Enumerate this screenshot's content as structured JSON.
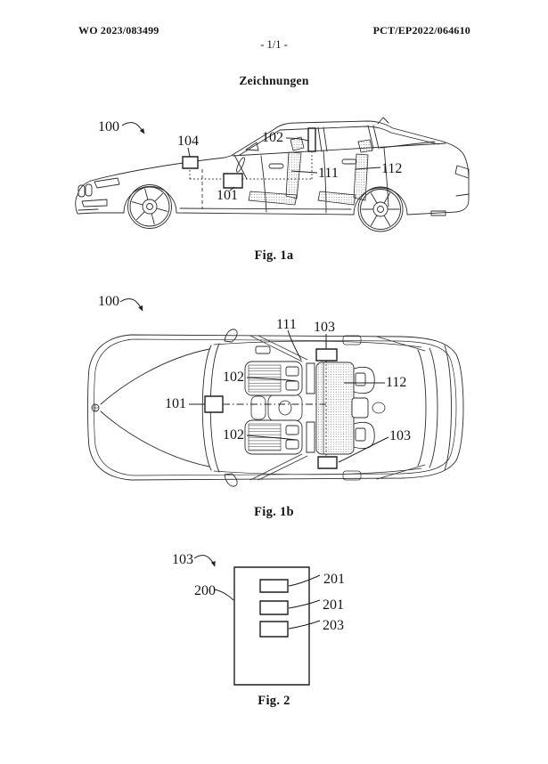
{
  "colors": {
    "ink": "#1f1f1f",
    "paper": "#ffffff"
  },
  "header": {
    "publication_number": "WO 2023/083499",
    "page_indicator": "- 1/1 -",
    "application_number": "PCT/EP2022/064610",
    "section_title": "Zeichnungen"
  },
  "fig1a": {
    "caption": "Fig. 1a",
    "labels": {
      "ref100": "100",
      "ref104": "104",
      "ref102": "102",
      "ref111": "111",
      "ref112": "112",
      "ref101": "101"
    }
  },
  "fig1b": {
    "caption": "Fig. 1b",
    "labels": {
      "ref100": "100",
      "ref111": "111",
      "ref103_roof": "103",
      "ref102_top": "102",
      "ref101": "101",
      "ref102_bottom": "102",
      "ref112": "112",
      "ref103_rear": "103"
    }
  },
  "fig2": {
    "caption": "Fig. 2",
    "labels": {
      "ref103": "103",
      "ref200": "200",
      "ref201_top": "201",
      "ref201_mid": "201",
      "ref203": "203"
    }
  }
}
